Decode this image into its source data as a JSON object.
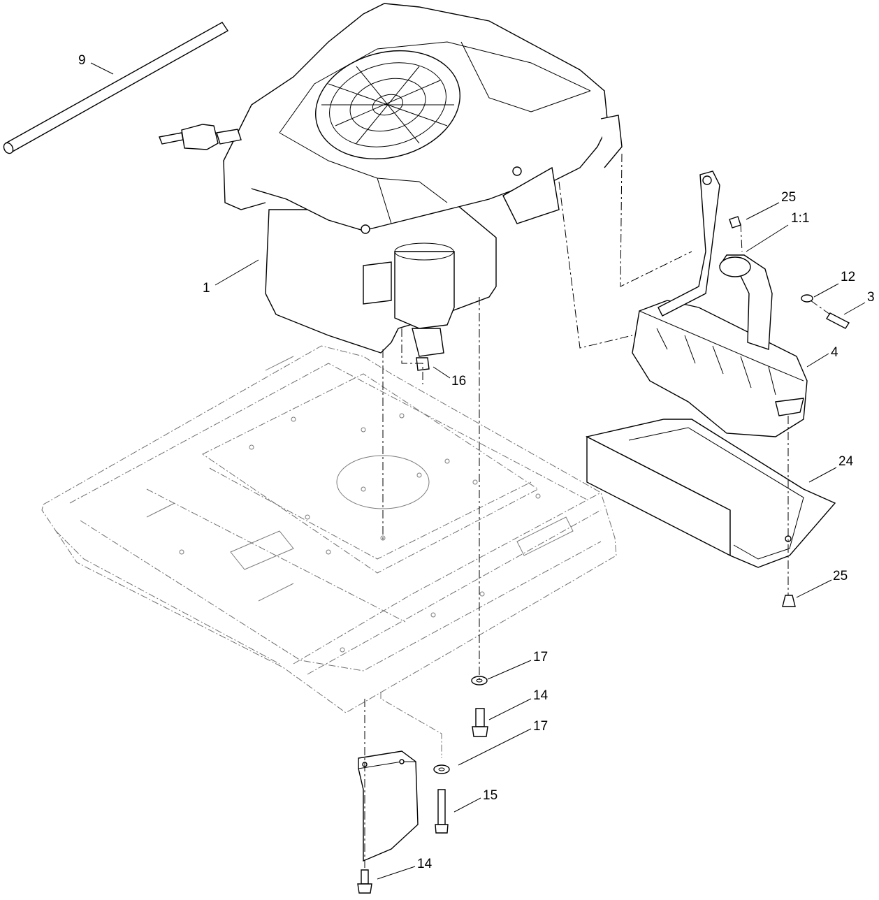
{
  "callouts": {
    "c1": "1",
    "c1_1": "1:1",
    "c3": "3",
    "c4": "4",
    "c9": "9",
    "c12": "12",
    "c14_a": "14",
    "c14_b": "14",
    "c15": "15",
    "c16": "16",
    "c17_a": "17",
    "c17_b": "17",
    "c24": "24",
    "c25_a": "25",
    "c25_b": "25"
  },
  "icons": {
    "engine": "engine-icon",
    "muffler": "muffler-icon",
    "fuel_hose": "hose-icon",
    "frame": "frame-outline-icon",
    "heat_shield": "heat-shield-icon",
    "bracket": "bracket-icon",
    "fasteners": "bolt-icon"
  },
  "colors": {
    "line": "#000000",
    "ghost": "#6f6f6f",
    "background": "#ffffff"
  }
}
